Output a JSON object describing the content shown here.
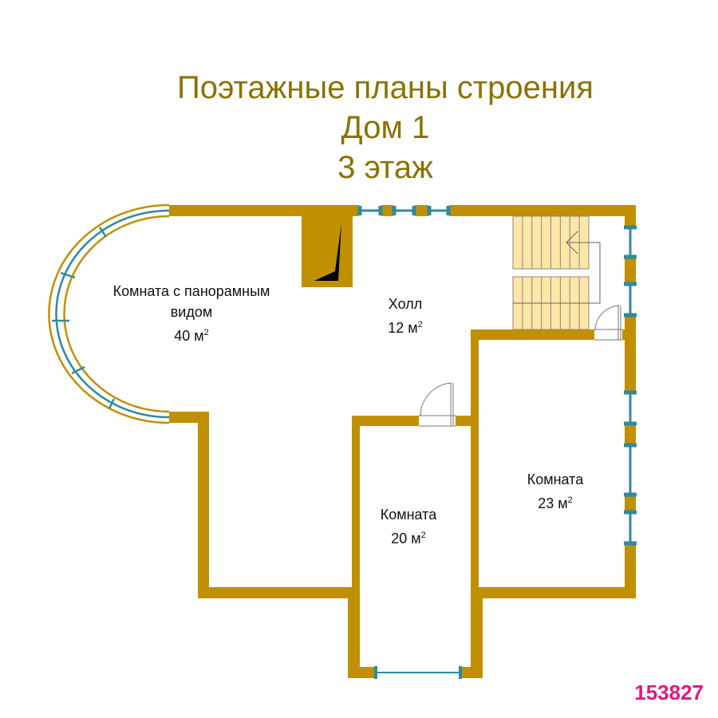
{
  "title": {
    "line1": "Поэтажные планы строения",
    "line2": "Дом 1",
    "line3": "3 этаж"
  },
  "rooms": [
    {
      "name": "Комната с панорамным",
      "name2": "видом",
      "area": "40 м",
      "unit_sup": "2"
    },
    {
      "name": "Холл",
      "area": "12 м",
      "unit_sup": "2"
    },
    {
      "name": "Комната",
      "area": "23 м",
      "unit_sup": "2"
    },
    {
      "name": "Комната",
      "area": "20 м",
      "unit_sup": "2"
    }
  ],
  "listing_id": "153827",
  "colors": {
    "wall": "#c09000",
    "window": "#2e8a9e",
    "stairs": "#fde6a6",
    "title": "#8a7200",
    "id": "#e2187d"
  }
}
